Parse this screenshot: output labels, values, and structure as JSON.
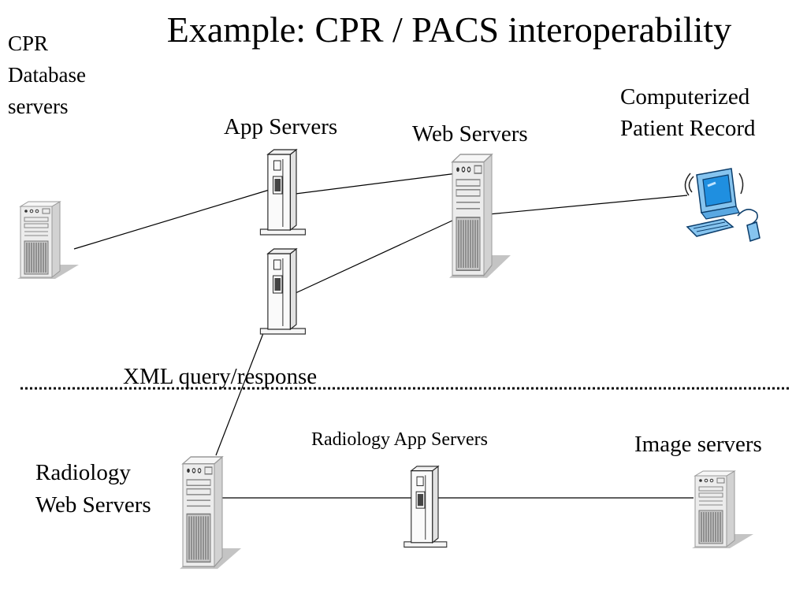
{
  "title": "Example: CPR / PACS interoperability",
  "labels": {
    "cpr_database": "CPR Database servers",
    "app_servers": "App Servers",
    "web_servers": "Web Servers",
    "cpr_patient_record": "Computerized Patient Record",
    "xml_query": "XML query/response",
    "radiology_app_servers": "Radiology App Servers",
    "image_servers": "Image servers",
    "radiology_web_servers": "Radiology Web Servers"
  },
  "nodes": [
    {
      "id": "cpr-db-server",
      "icon": "server-tower-icon"
    },
    {
      "id": "app-server-1",
      "icon": "server-tower-slim-icon"
    },
    {
      "id": "app-server-2",
      "icon": "server-tower-slim-icon"
    },
    {
      "id": "web-server",
      "icon": "server-tower-icon"
    },
    {
      "id": "patient-record-pc",
      "icon": "desktop-computer-icon"
    },
    {
      "id": "radiology-web-server",
      "icon": "server-tower-icon"
    },
    {
      "id": "radiology-app-server",
      "icon": "server-tower-slim-icon"
    },
    {
      "id": "image-server",
      "icon": "server-tower-icon"
    }
  ],
  "edges": [
    [
      "cpr-db-server",
      "app-server-1"
    ],
    [
      "app-server-1",
      "web-server"
    ],
    [
      "app-server-2",
      "web-server"
    ],
    [
      "web-server",
      "patient-record-pc"
    ],
    [
      "app-server-2",
      "radiology-web-server"
    ],
    [
      "radiology-web-server",
      "radiology-app-server"
    ],
    [
      "radiology-app-server",
      "image-server"
    ]
  ],
  "colors": {
    "server_body": "#ececec",
    "server_shadow": "#b8b8b8",
    "monitor_screen": "#1f8fe0",
    "monitor_body": "#86c4ef"
  }
}
